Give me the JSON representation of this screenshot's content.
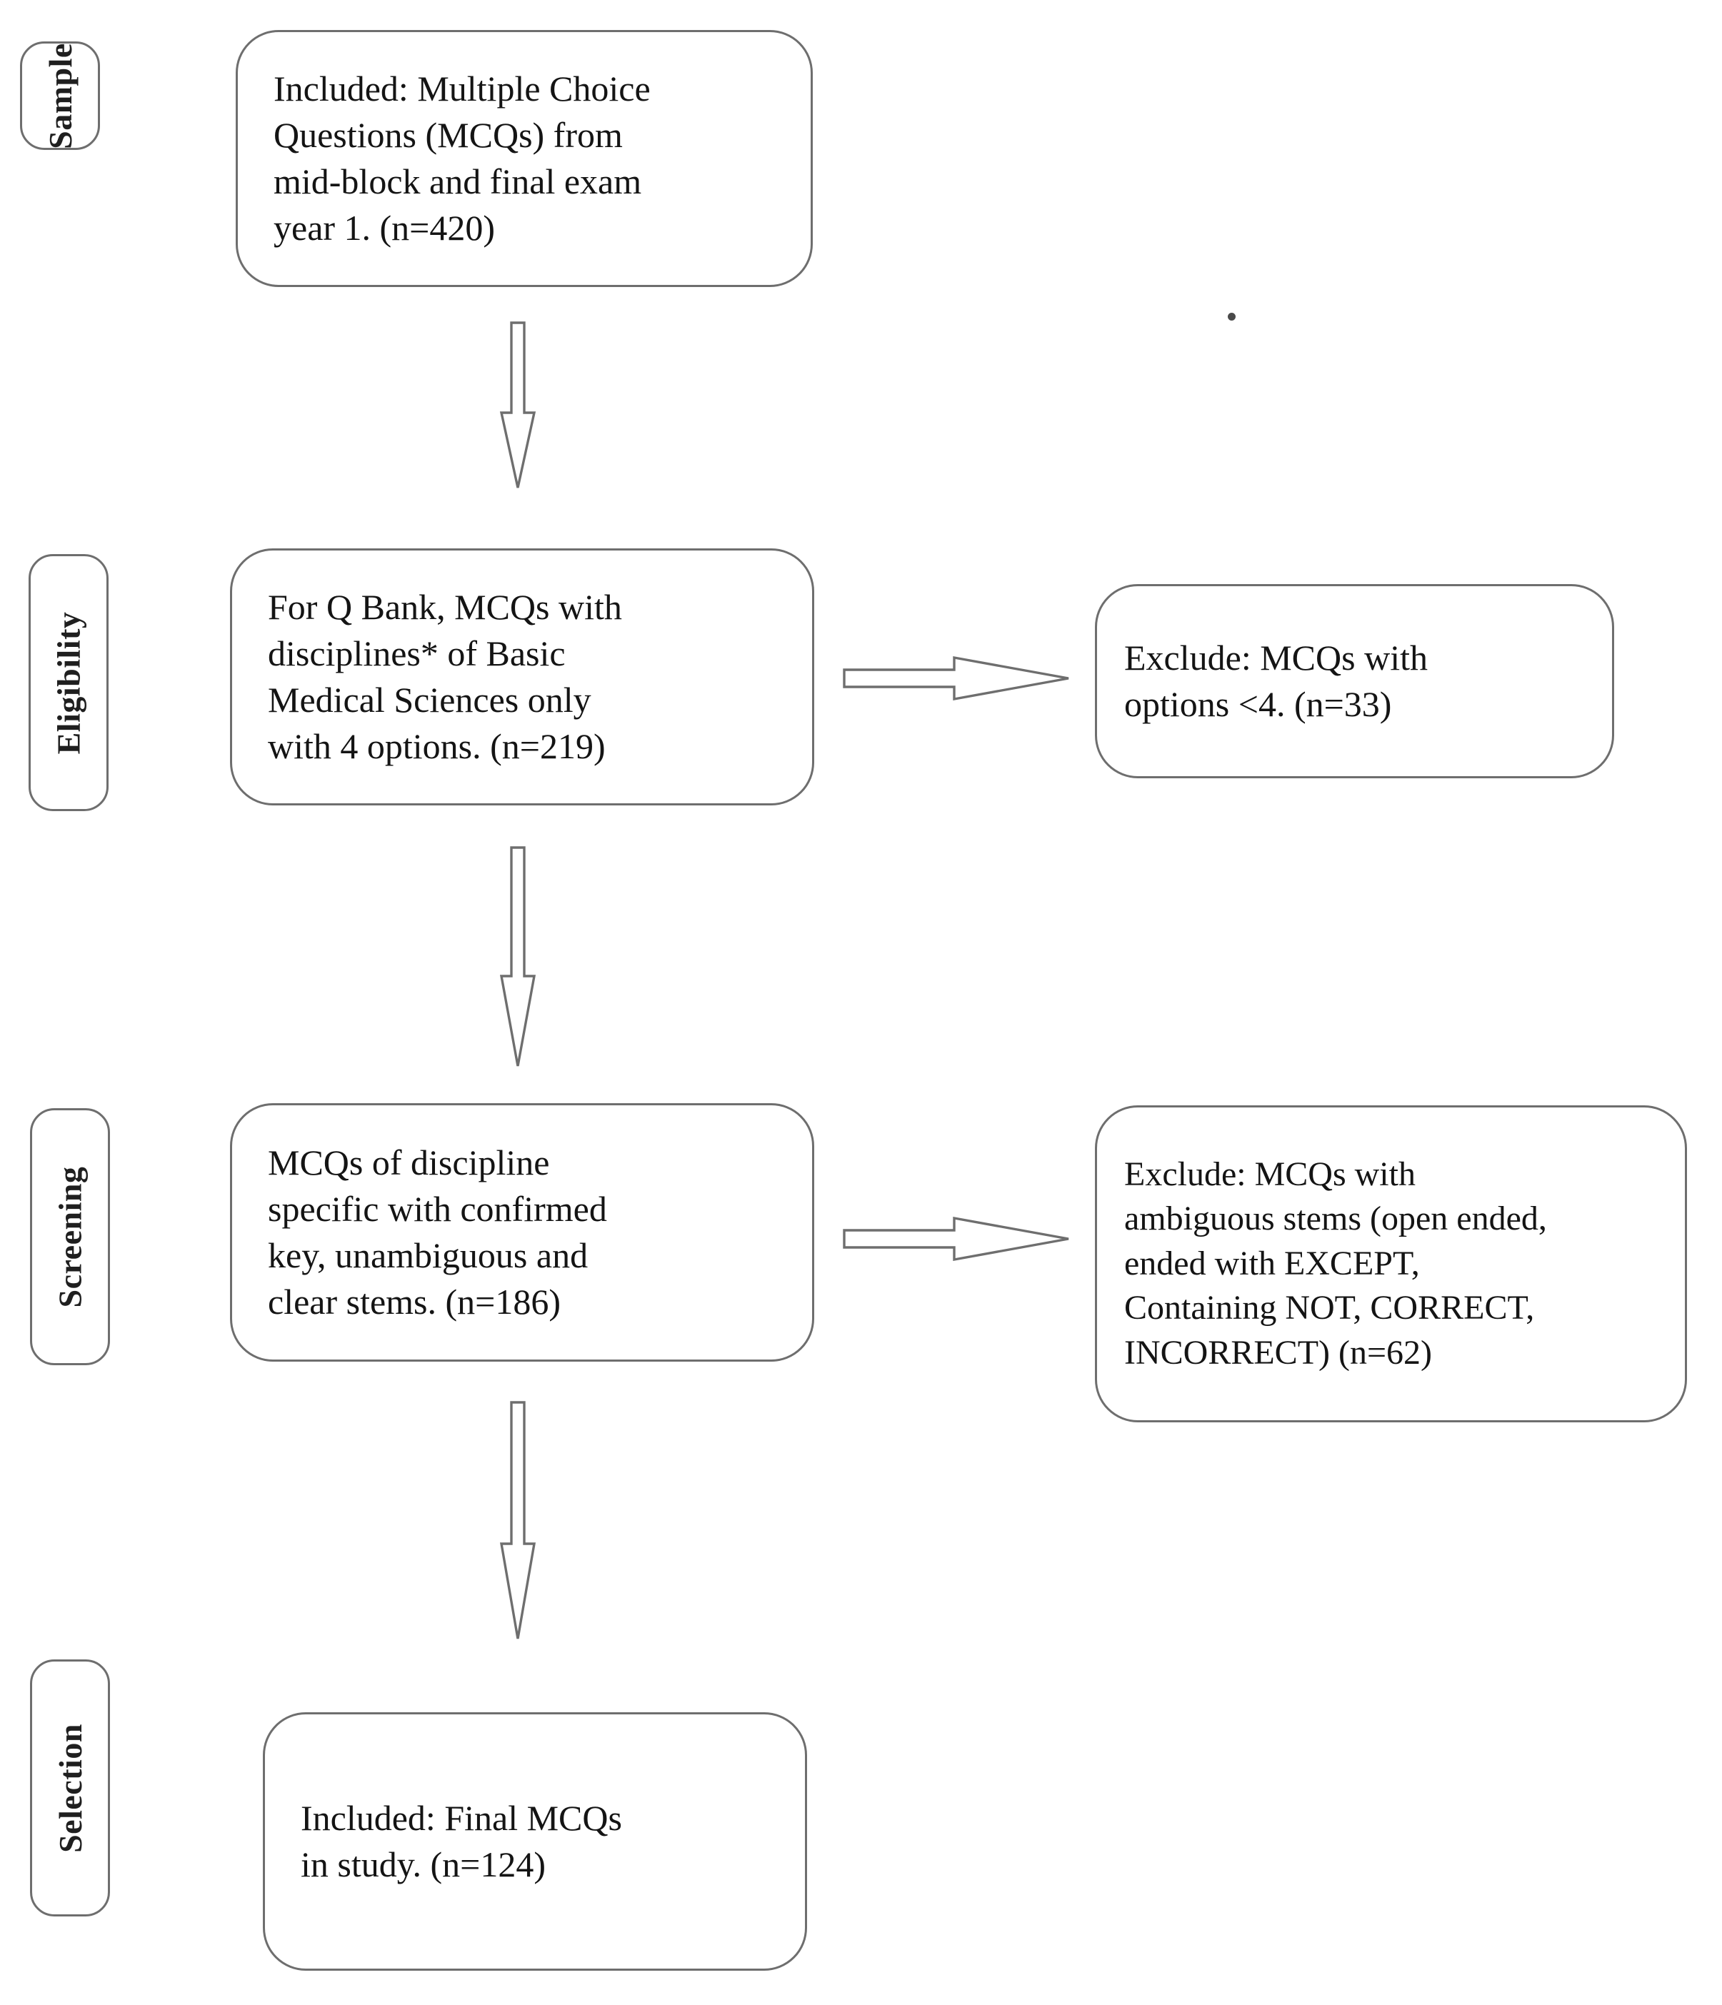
{
  "diagram": {
    "title": "MCQ study selection flowchart",
    "line_color": "#6e6e6e",
    "text_color": "#141414",
    "background": "#ffffff"
  },
  "stages": [
    {
      "id": "sample",
      "label": "Sample"
    },
    {
      "id": "eligibility",
      "label": "Eligibility"
    },
    {
      "id": "screening",
      "label": "Screening"
    },
    {
      "id": "selection",
      "label": "Selection"
    }
  ],
  "boxes": {
    "sample_included": {
      "text": "Included: Multiple Choice\nQuestions (MCQs) from\nmid-block and final exam\nyear 1. (n=420)",
      "count": "n=420"
    },
    "eligibility_included": {
      "text": "For Q Bank, MCQs with\ndisciplines* of Basic\nMedical Sciences only\nwith 4 options. (n=219)",
      "count": "n=219"
    },
    "eligibility_excluded": {
      "text": "Exclude: MCQs with\noptions <4. (n=33)",
      "count": "n=33"
    },
    "screening_included": {
      "text": "MCQs of discipline\nspecific with confirmed\nkey, unambiguous and\nclear stems. (n=186)",
      "count": "n=186"
    },
    "screening_excluded": {
      "text": "Exclude: MCQs with\nambiguous stems (open ended,\nended with EXCEPT,\nContaining NOT, CORRECT,\nINCORRECT) (n=62)",
      "count": "n=62"
    },
    "selection_included": {
      "text": "Included: Final MCQs\nin study. (n=124)",
      "count": "n=124"
    }
  },
  "arrows": {
    "sample_to_eligibility": {
      "icon": "arrow-down-icon",
      "direction": "down"
    },
    "eligibility_to_exclude": {
      "icon": "arrow-right-icon",
      "direction": "right"
    },
    "eligibility_to_screening": {
      "icon": "arrow-down-icon",
      "direction": "down"
    },
    "screening_to_exclude": {
      "icon": "arrow-right-icon",
      "direction": "right"
    },
    "screening_to_selection": {
      "icon": "arrow-down-icon",
      "direction": "down"
    }
  },
  "chart_data": {
    "type": "diagram",
    "title": "MCQ study selection flowchart",
    "nodes": [
      {
        "stage": "Sample",
        "role": "included",
        "label": "Included: Multiple Choice Questions (MCQs) from mid-block and final exam year 1.",
        "n": 420
      },
      {
        "stage": "Eligibility",
        "role": "included",
        "label": "For Q Bank, MCQs with disciplines* of Basic Medical Sciences only with 4 options.",
        "n": 219
      },
      {
        "stage": "Eligibility",
        "role": "excluded",
        "label": "Exclude: MCQs with options <4.",
        "n": 33
      },
      {
        "stage": "Screening",
        "role": "included",
        "label": "MCQs of discipline specific with confirmed key, unambiguous and clear stems.",
        "n": 186
      },
      {
        "stage": "Screening",
        "role": "excluded",
        "label": "Exclude: MCQs with ambiguous stems (open ended, ended with EXCEPT, Containing NOT, CORRECT, INCORRECT)",
        "n": 62
      },
      {
        "stage": "Selection",
        "role": "included",
        "label": "Included: Final MCQs in study.",
        "n": 124
      }
    ],
    "edges": [
      {
        "from": "Sample included (n=420)",
        "to": "Eligibility included (n=219)",
        "direction": "down"
      },
      {
        "from": "Eligibility included (n=219)",
        "to": "Eligibility excluded (n=33)",
        "direction": "right"
      },
      {
        "from": "Eligibility included (n=219)",
        "to": "Screening included (n=186)",
        "direction": "down"
      },
      {
        "from": "Screening included (n=186)",
        "to": "Screening excluded (n=62)",
        "direction": "right"
      },
      {
        "from": "Screening included (n=186)",
        "to": "Selection included (n=124)",
        "direction": "down"
      }
    ]
  }
}
